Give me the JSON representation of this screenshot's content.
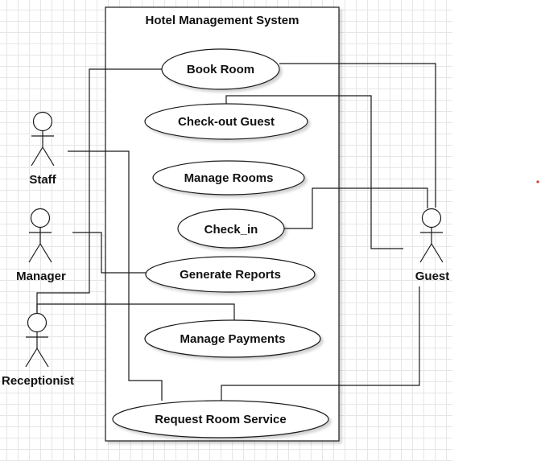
{
  "system": {
    "title": "Hotel Management System"
  },
  "use_cases": [
    {
      "id": "book",
      "label": "Book Room"
    },
    {
      "id": "checkout",
      "label": "Check-out Guest"
    },
    {
      "id": "manage-rooms",
      "label": "Manage Rooms"
    },
    {
      "id": "checkin",
      "label": "Check_in"
    },
    {
      "id": "reports",
      "label": "Generate Reports"
    },
    {
      "id": "payments",
      "label": "Manage Payments"
    },
    {
      "id": "room-service",
      "label": "Request Room Service"
    }
  ],
  "actors": [
    {
      "id": "staff",
      "label": "Staff"
    },
    {
      "id": "manager",
      "label": "Manager"
    },
    {
      "id": "receptionist",
      "label": "Receptionist"
    },
    {
      "id": "guest",
      "label": "Guest"
    }
  ],
  "colors": {
    "line": "#1a1a1a",
    "selection_dot": "#e03030",
    "shadow": "#c8c8c8"
  }
}
